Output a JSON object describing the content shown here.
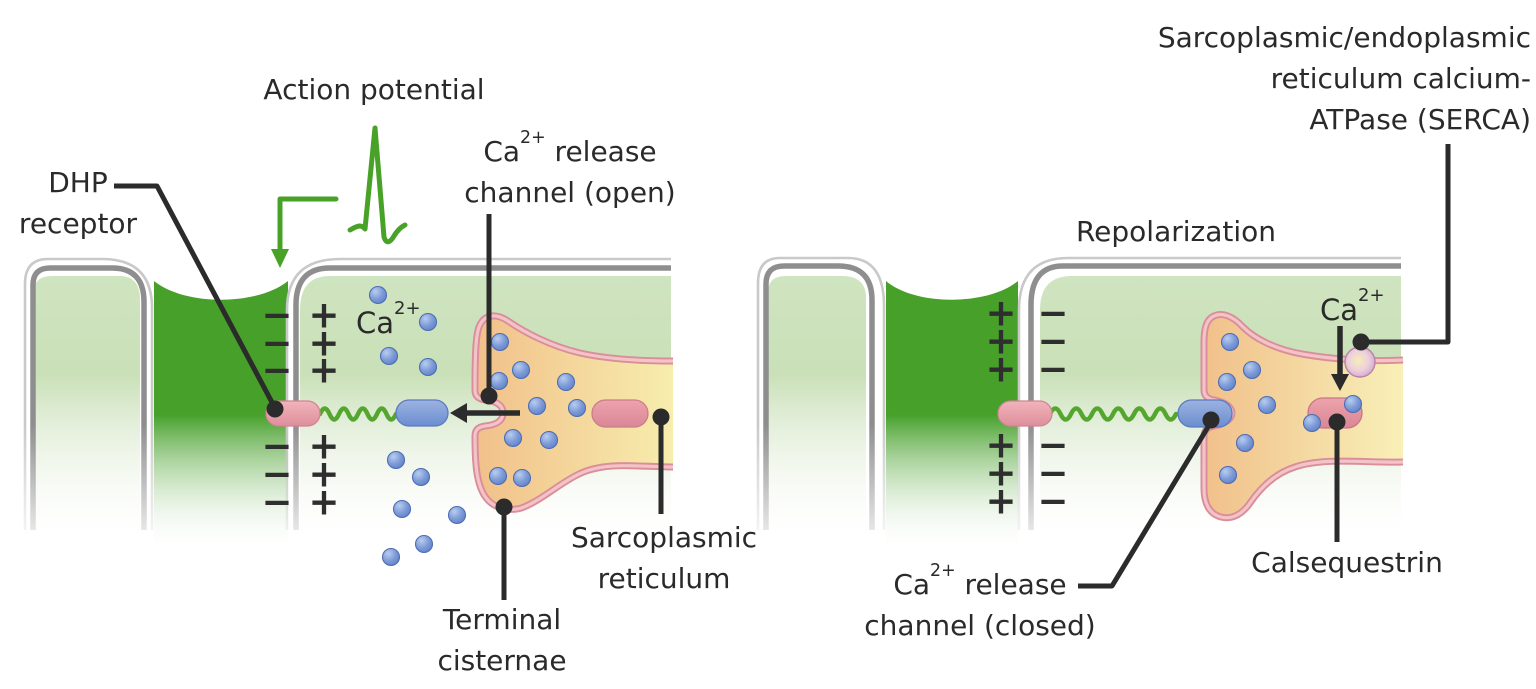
{
  "diagram": {
    "left_panel": {
      "action_potential": "Action potential",
      "dhp_receptor": {
        "line1": "DHP",
        "line2": "receptor"
      },
      "ca_ion": {
        "base": "Ca",
        "sup": "2+"
      },
      "release_open": {
        "l1_base": "Ca",
        "l1_sup": "2+",
        "l1_rest": " release",
        "line2": "channel (open)"
      },
      "terminal_cisternae": {
        "line1": "Terminal",
        "line2": "cisternae"
      },
      "sarcoplasmic_reticulum": {
        "line1": "Sarcoplasmic",
        "line2": "reticulum"
      }
    },
    "right_panel": {
      "repolarization": "Repolarization",
      "serca": {
        "line1": "Sarcoplasmic/endoplasmic",
        "line2": "reticulum calcium-",
        "line3": "ATPase (SERCA)"
      },
      "ca_ion": {
        "base": "Ca",
        "sup": "2+"
      },
      "release_closed": {
        "l1_base": "Ca",
        "l1_sup": "2+",
        "l1_rest": " release",
        "line2": "channel (closed)"
      },
      "calsequestrin": "Calsequestrin"
    },
    "charges": {
      "plus": "+",
      "minus": "−"
    },
    "colors": {
      "t_tubule_green": "#46a02a",
      "cytosol_green": "#cfe4c0",
      "membrane_gray": "#8e8e8e",
      "sr_fill_orange": "#f1c08a",
      "sr_fill_yellow": "#f8f0b8",
      "sr_border_pink": "#d98e99",
      "calcium_blue": "#6a8dd0",
      "receptor_pink": "#dd8f9b",
      "spring_green": "#54a62e",
      "trace_green": "#48a228",
      "label_ink": "#2a2a2a"
    }
  }
}
